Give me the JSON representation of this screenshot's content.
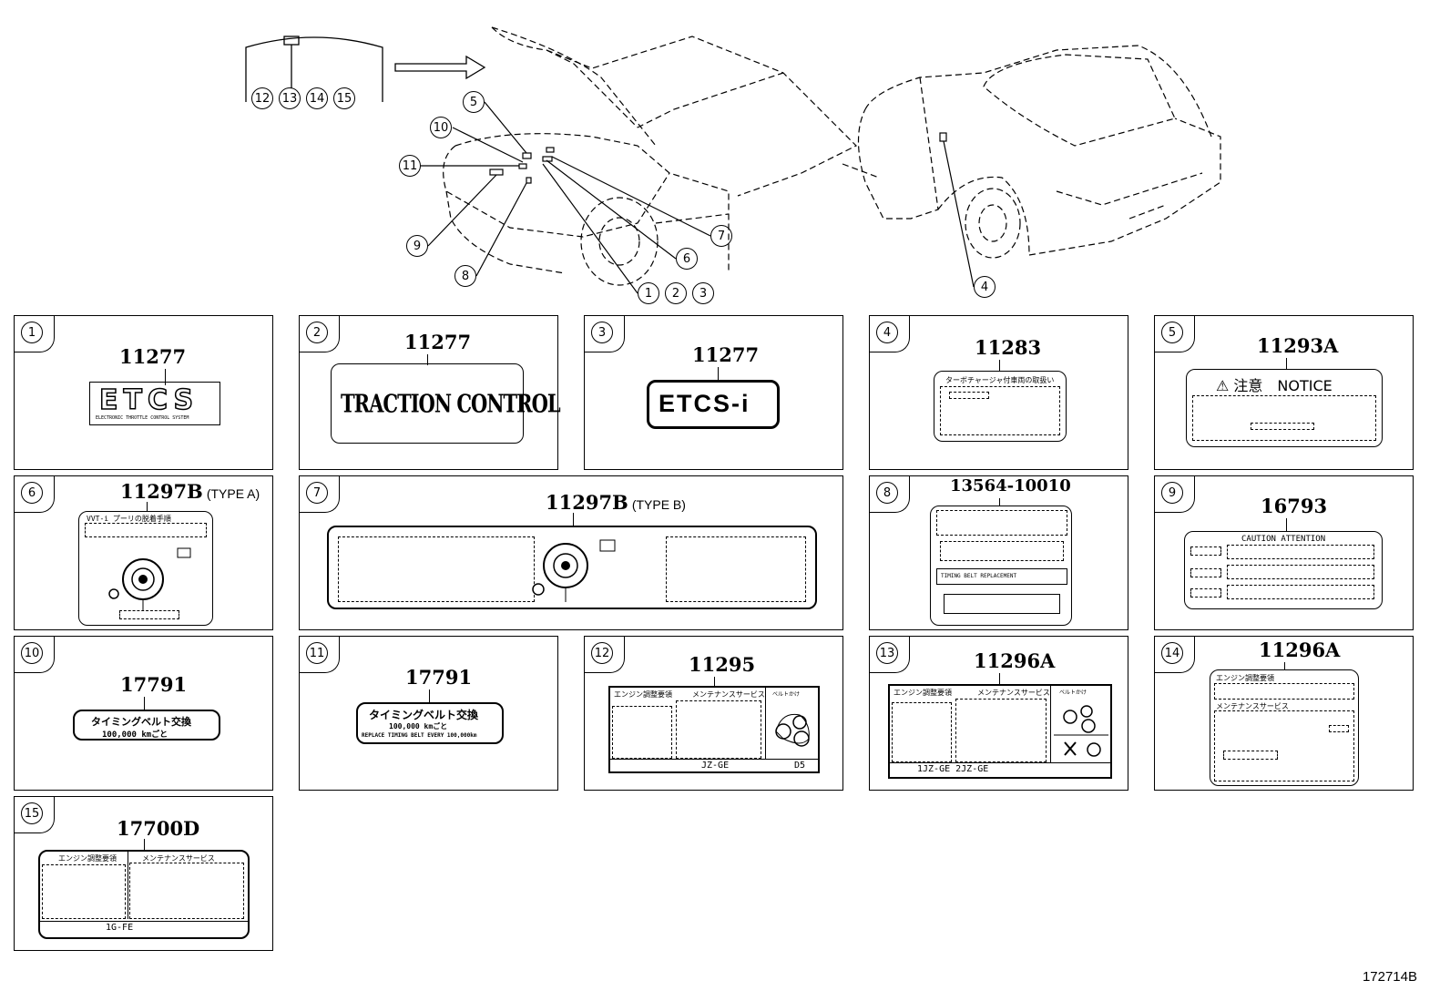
{
  "figure_code": "172714B",
  "callouts": {
    "c1": "1",
    "c2": "2",
    "c3": "3",
    "c4": "4",
    "c5": "5",
    "c6": "6",
    "c7": "7",
    "c8": "8",
    "c9": "9",
    "c10": "10",
    "c11": "11",
    "c12": "12",
    "c13": "13",
    "c14": "14",
    "c15": "15"
  },
  "panels": [
    {
      "num": "1",
      "part": "11277",
      "type": "",
      "label_text": "ETCS",
      "label_sub": "ELECTRONIC THROTTLE CONTROL SYSTEM"
    },
    {
      "num": "2",
      "part": "11277",
      "type": "",
      "label_text": "TRACTION CONTROL"
    },
    {
      "num": "3",
      "part": "11277",
      "type": "",
      "label_text": "ETCS-i"
    },
    {
      "num": "4",
      "part": "11283",
      "type": "",
      "label_text": "ターボチャージャ付車両の取扱い"
    },
    {
      "num": "5",
      "part": "11293A",
      "type": "",
      "label_text": "⚠ 注意　NOTICE"
    },
    {
      "num": "6",
      "part": "11297B",
      "type": "(TYPE A)",
      "label_text": "VVT-i プーリの脱着手順"
    },
    {
      "num": "7",
      "part": "11297B",
      "type": "(TYPE B)"
    },
    {
      "num": "8",
      "part": "13564-10010",
      "type": "",
      "label_text": "TIMING BELT REPLACEMENT"
    },
    {
      "num": "9",
      "part": "16793",
      "type": "",
      "label_text": "CAUTION ATTENTION"
    },
    {
      "num": "10",
      "part": "17791",
      "type": "",
      "label_line1": "タイミングベルト交換",
      "label_line2": "100,000 kmごと"
    },
    {
      "num": "11",
      "part": "17791",
      "type": "",
      "label_line1": "タイミングベルト交換",
      "label_line2": "100,000 kmごと",
      "label_line3": "REPLACE TIMING BELT EVERY 100,000km"
    },
    {
      "num": "12",
      "part": "11295",
      "type": "",
      "label_h1": "エンジン調整要領",
      "label_h2": "メンテナンスサービス",
      "label_h3": "ベルトかけ",
      "label_engine": "JZ-GE",
      "label_code": "D5"
    },
    {
      "num": "13",
      "part": "11296A",
      "type": "",
      "label_h1": "エンジン調整要領",
      "label_h2": "メンテナンスサービス",
      "label_h3": "ベルトかけ",
      "label_engine": "1JZ-GE 2JZ-GE"
    },
    {
      "num": "14",
      "part": "11296A",
      "type": "",
      "label_h1": "エンジン調整要領",
      "label_h2": "メンテナンスサービス"
    },
    {
      "num": "15",
      "part": "17700D",
      "type": "",
      "label_h1": "エンジン調整要領",
      "label_h2": "メンテナンスサービス",
      "label_engine": "1G-FE"
    }
  ]
}
